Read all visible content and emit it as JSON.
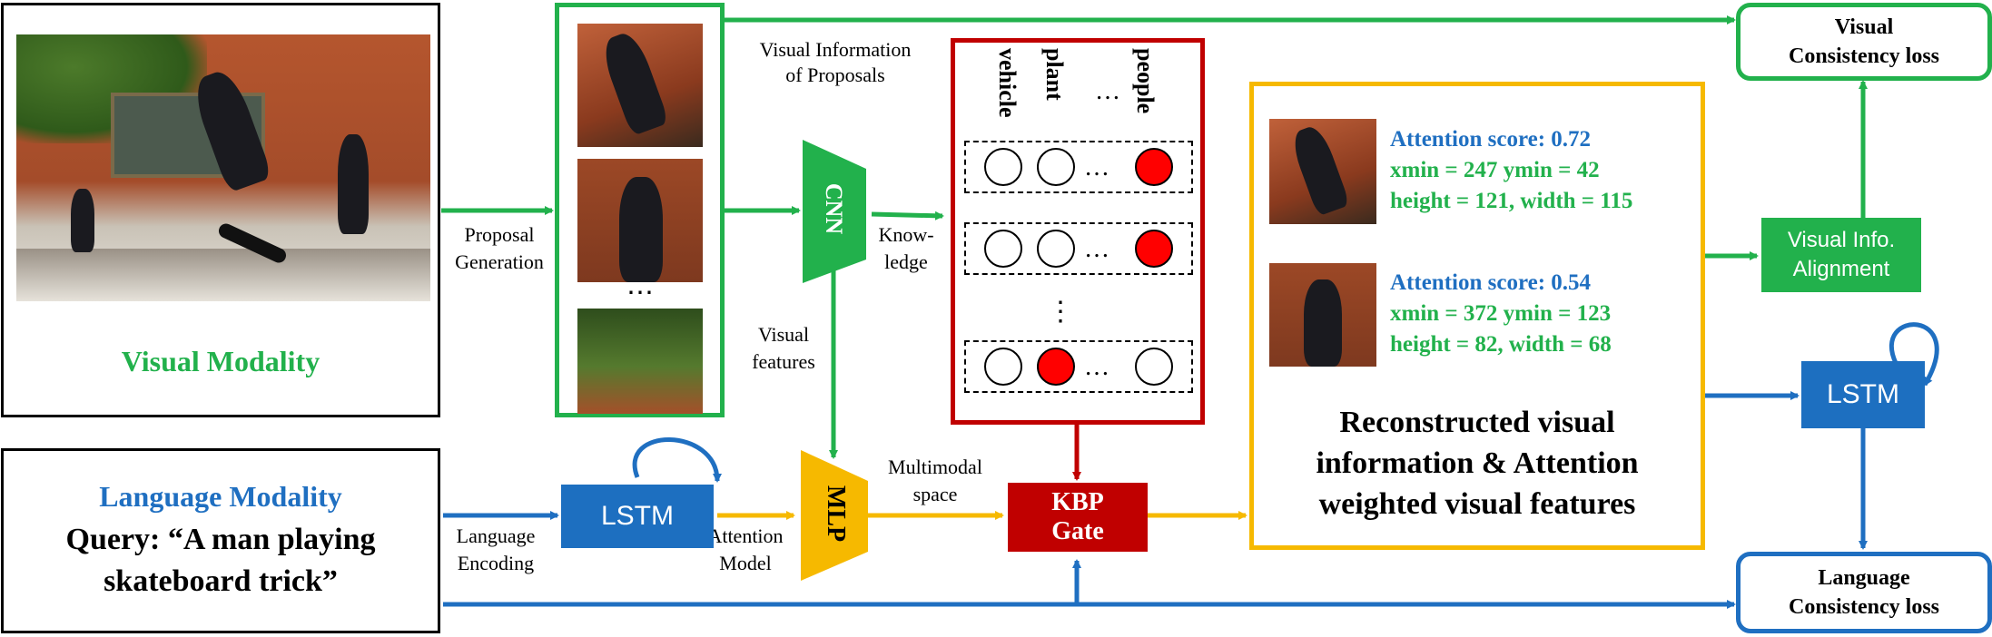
{
  "colors": {
    "green": "#22b14c",
    "blue": "#1f6fc1",
    "red": "#c00000",
    "yellow": "#f6b900",
    "black": "#000000"
  },
  "visual_modality": {
    "title": "Visual Modality"
  },
  "language_modality": {
    "title": "Language Modality",
    "query_line1": "Query: “A man playing",
    "query_line2": "skateboard trick”"
  },
  "labels": {
    "proposal_gen_1": "Proposal",
    "proposal_gen_2": "Generation",
    "visual_info_1": "Visual Information",
    "visual_info_2": "of Proposals",
    "knowledge_1": "Know-",
    "knowledge_2": "ledge",
    "visual_features_1": "Visual",
    "visual_features_2": "features",
    "multimodal_1": "Multimodal",
    "multimodal_2": "space",
    "language_enc_1": "Language",
    "language_enc_2": "Encoding",
    "attention_model_1": "Attention",
    "attention_model_2": "Model",
    "proposals_ellipsis": "⋯"
  },
  "blocks": {
    "cnn": "CNN",
    "mlp": "MLP",
    "lstm_left": "LSTM",
    "lstm_right": "LSTM",
    "kbp_gate_1": "KBP",
    "kbp_gate_2": "Gate",
    "visual_alignment_1": "Visual Info.",
    "visual_alignment_2": "Alignment",
    "visual_loss_1": "Visual",
    "visual_loss_2": "Consistency loss",
    "language_loss_1": "Language",
    "language_loss_2": "Consistency loss"
  },
  "knowledge": {
    "classes": [
      "vehicle",
      "plant",
      "…",
      "people"
    ],
    "row_ellipsis": "…",
    "vertical_ellipsis": "⋮"
  },
  "reconstructed": {
    "entry1": {
      "score": "Attention score: 0.72",
      "coords": "xmin = 247 ymin = 42",
      "size": "height = 121, width = 115"
    },
    "entry2": {
      "score": "Attention score: 0.54",
      "coords": "xmin = 372 ymin = 123",
      "size": "height = 82, width = 68"
    },
    "caption_1": "Reconstructed visual",
    "caption_2": "information & Attention",
    "caption_3": "weighted visual features"
  }
}
